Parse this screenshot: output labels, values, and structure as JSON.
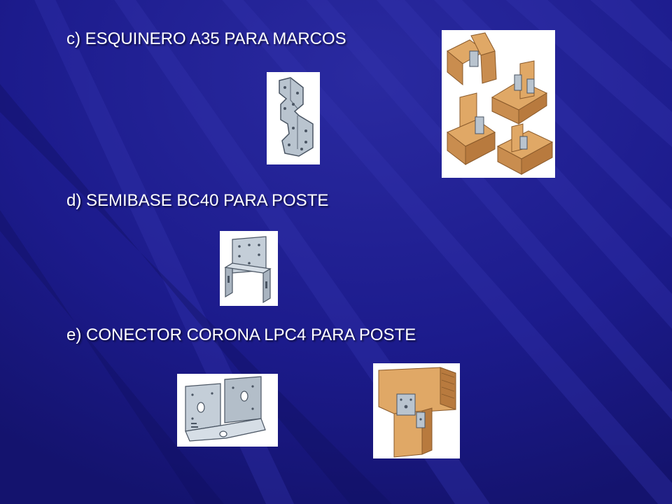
{
  "slide": {
    "background_color": "#1b1a86",
    "sections": [
      {
        "label": "c) ESQUINERO A35 PARA MARCOS"
      },
      {
        "label": "d) SEMIBASE BC40 PARA POSTE"
      },
      {
        "label": "e) CONECTOR CORONA LPC4 PARA POSTE"
      }
    ],
    "images": [
      {
        "icon": "a35-bracket-icon"
      },
      {
        "icon": "a35-framing-installation-icon"
      },
      {
        "icon": "bc40-post-base-icon"
      },
      {
        "icon": "lpc4-post-cap-icon"
      },
      {
        "icon": "lpc4-installation-icon"
      }
    ],
    "colors": {
      "metal": "#b9c4cf",
      "wood": "#e0a866",
      "wood_dark": "#b87a3e",
      "text": "#ffffff"
    }
  }
}
